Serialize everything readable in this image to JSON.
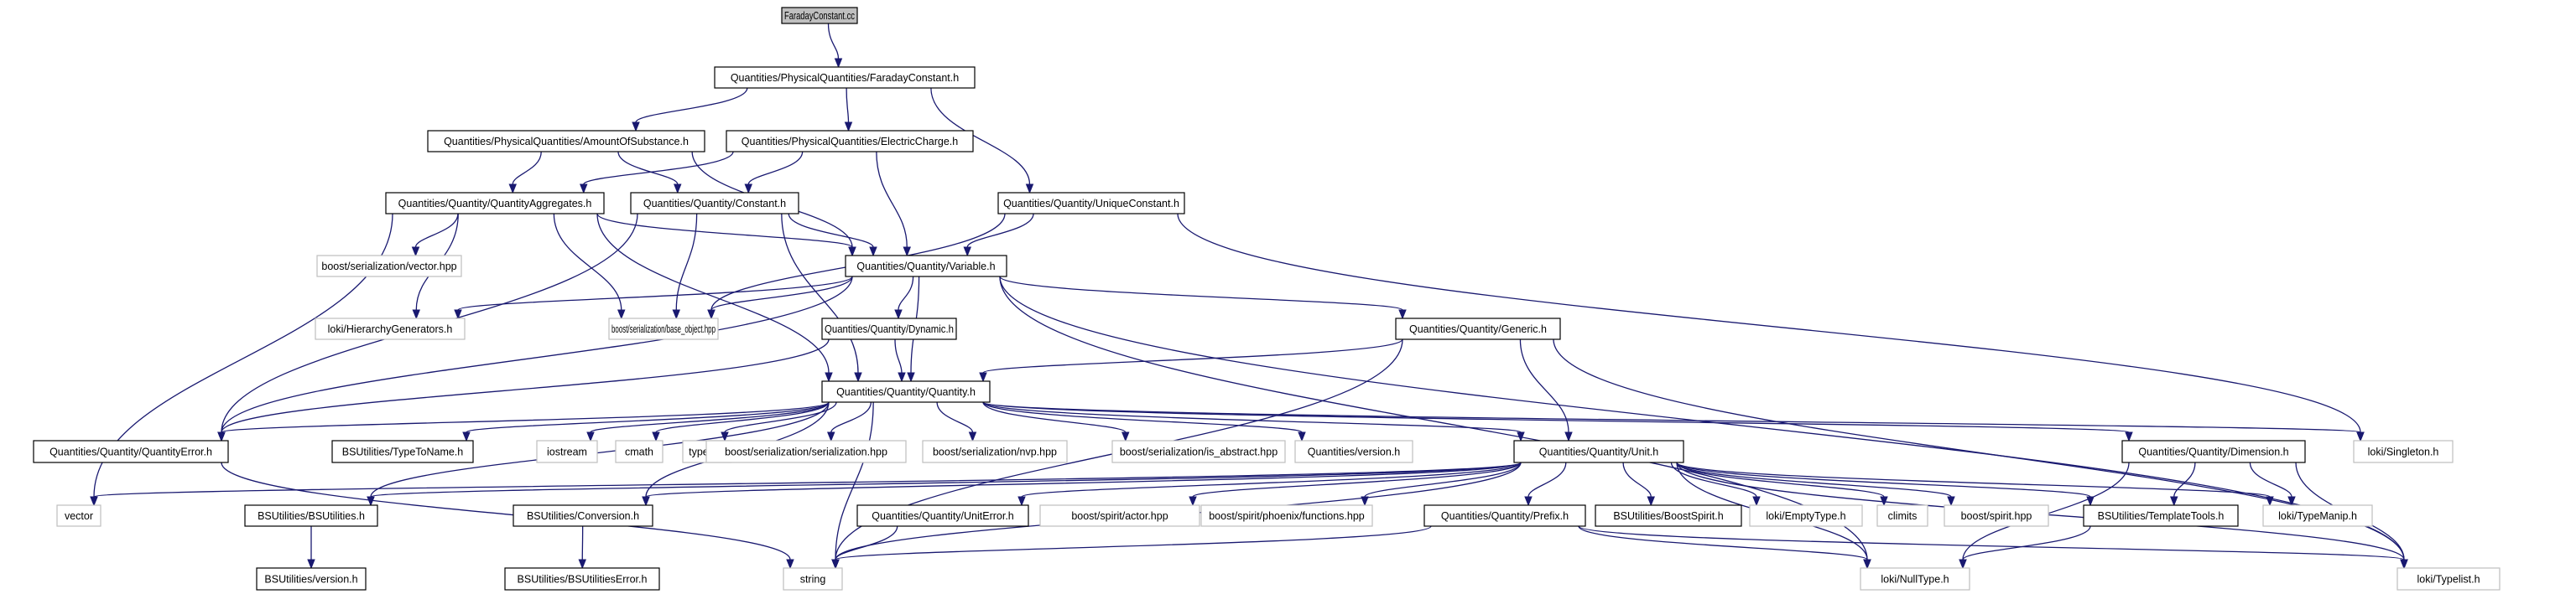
{
  "graph": {
    "title": "FaradayConstant.cc",
    "colors": {
      "edge": "#191970",
      "root_fill": "#bfbfbf",
      "project_border": "#000000",
      "external_border": "#bfbfbf"
    },
    "nodes": [
      {
        "id": "root",
        "label": "FaradayConstant.cc",
        "kind": "root"
      },
      {
        "id": "faraday_h",
        "label": "Quantities/PhysicalQuantities/FaradayConstant.h",
        "kind": "project"
      },
      {
        "id": "amount",
        "label": "Quantities/PhysicalQuantities/AmountOfSubstance.h",
        "kind": "project"
      },
      {
        "id": "charge",
        "label": "Quantities/PhysicalQuantities/ElectricCharge.h",
        "kind": "project"
      },
      {
        "id": "unique",
        "label": "Quantities/Quantity/UniqueConstant.h",
        "kind": "project"
      },
      {
        "id": "aggregates",
        "label": "Quantities/Quantity/QuantityAggregates.h",
        "kind": "project"
      },
      {
        "id": "constant",
        "label": "Quantities/Quantity/Constant.h",
        "kind": "project"
      },
      {
        "id": "variable",
        "label": "Quantities/Quantity/Variable.h",
        "kind": "project"
      },
      {
        "id": "vectorhpp",
        "label": "boost/serialization/vector.hpp",
        "kind": "external"
      },
      {
        "id": "hierarchy",
        "label": "loki/HierarchyGenerators.h",
        "kind": "external"
      },
      {
        "id": "base_object",
        "label": "boost/serialization/base_object.hpp",
        "kind": "external"
      },
      {
        "id": "dynamic",
        "label": "Quantities/Quantity/Dynamic.h",
        "kind": "project"
      },
      {
        "id": "generic",
        "label": "Quantities/Quantity/Generic.h",
        "kind": "project"
      },
      {
        "id": "quantity",
        "label": "Quantities/Quantity/Quantity.h",
        "kind": "project"
      },
      {
        "id": "qerror",
        "label": "Quantities/Quantity/QuantityError.h",
        "kind": "project"
      },
      {
        "id": "typetoname",
        "label": "BSUtilities/TypeToName.h",
        "kind": "project"
      },
      {
        "id": "iostream",
        "label": "iostream",
        "kind": "external"
      },
      {
        "id": "cmath",
        "label": "cmath",
        "kind": "external"
      },
      {
        "id": "typeinfo",
        "label": "typeinfo",
        "kind": "external"
      },
      {
        "id": "serialization",
        "label": "boost/serialization/serialization.hpp",
        "kind": "external"
      },
      {
        "id": "nvp",
        "label": "boost/serialization/nvp.hpp",
        "kind": "external"
      },
      {
        "id": "is_abstract",
        "label": "boost/serialization/is_abstract.hpp",
        "kind": "external"
      },
      {
        "id": "version_h",
        "label": "Quantities/version.h",
        "kind": "external"
      },
      {
        "id": "unit",
        "label": "Quantities/Quantity/Unit.h",
        "kind": "project"
      },
      {
        "id": "dimension",
        "label": "Quantities/Quantity/Dimension.h",
        "kind": "project"
      },
      {
        "id": "singleton",
        "label": "loki/Singleton.h",
        "kind": "external"
      },
      {
        "id": "vector",
        "label": "vector",
        "kind": "external"
      },
      {
        "id": "bsutilities",
        "label": "BSUtilities/BSUtilities.h",
        "kind": "project"
      },
      {
        "id": "conversion",
        "label": "BSUtilities/Conversion.h",
        "kind": "project"
      },
      {
        "id": "uniterror",
        "label": "Quantities/Quantity/UnitError.h",
        "kind": "project"
      },
      {
        "id": "actor",
        "label": "boost/spirit/actor.hpp",
        "kind": "external"
      },
      {
        "id": "phoenix",
        "label": "boost/spirit/phoenix/functions.hpp",
        "kind": "external"
      },
      {
        "id": "prefix",
        "label": "Quantities/Quantity/Prefix.h",
        "kind": "project"
      },
      {
        "id": "boostspirit",
        "label": "BSUtilities/BoostSpirit.h",
        "kind": "project"
      },
      {
        "id": "emptytype",
        "label": "loki/EmptyType.h",
        "kind": "external"
      },
      {
        "id": "climits",
        "label": "climits",
        "kind": "external"
      },
      {
        "id": "spirithpp",
        "label": "boost/spirit.hpp",
        "kind": "external"
      },
      {
        "id": "templatetools",
        "label": "BSUtilities/TemplateTools.h",
        "kind": "project"
      },
      {
        "id": "typemanip",
        "label": "loki/TypeManip.h",
        "kind": "external"
      },
      {
        "id": "bsversion",
        "label": "BSUtilities/version.h",
        "kind": "project"
      },
      {
        "id": "bserror",
        "label": "BSUtilities/BSUtilitiesError.h",
        "kind": "project"
      },
      {
        "id": "string",
        "label": "string",
        "kind": "external"
      },
      {
        "id": "nulltype",
        "label": "loki/NullType.h",
        "kind": "external"
      },
      {
        "id": "typelist",
        "label": "loki/Typelist.h",
        "kind": "external"
      }
    ],
    "edges": [
      [
        "root",
        "faraday_h"
      ],
      [
        "faraday_h",
        "amount"
      ],
      [
        "faraday_h",
        "charge"
      ],
      [
        "faraday_h",
        "unique"
      ],
      [
        "amount",
        "aggregates"
      ],
      [
        "amount",
        "constant"
      ],
      [
        "amount",
        "variable"
      ],
      [
        "charge",
        "aggregates"
      ],
      [
        "charge",
        "constant"
      ],
      [
        "charge",
        "variable"
      ],
      [
        "unique",
        "variable"
      ],
      [
        "unique",
        "base_object"
      ],
      [
        "unique",
        "singleton"
      ],
      [
        "aggregates",
        "vectorhpp"
      ],
      [
        "aggregates",
        "hierarchy"
      ],
      [
        "aggregates",
        "base_object"
      ],
      [
        "aggregates",
        "variable"
      ],
      [
        "aggregates",
        "quantity"
      ],
      [
        "aggregates",
        "vector"
      ],
      [
        "constant",
        "variable"
      ],
      [
        "constant",
        "base_object"
      ],
      [
        "constant",
        "quantity"
      ],
      [
        "constant",
        "qerror"
      ],
      [
        "variable",
        "hierarchy"
      ],
      [
        "variable",
        "base_object"
      ],
      [
        "variable",
        "dynamic"
      ],
      [
        "variable",
        "generic"
      ],
      [
        "variable",
        "quantity"
      ],
      [
        "variable",
        "qerror"
      ],
      [
        "variable",
        "typelist"
      ],
      [
        "variable",
        "nulltype"
      ],
      [
        "dynamic",
        "quantity"
      ],
      [
        "dynamic",
        "qerror"
      ],
      [
        "generic",
        "quantity"
      ],
      [
        "generic",
        "unit"
      ],
      [
        "generic",
        "typelist"
      ],
      [
        "generic",
        "string"
      ],
      [
        "quantity",
        "qerror"
      ],
      [
        "quantity",
        "typetoname"
      ],
      [
        "quantity",
        "iostream"
      ],
      [
        "quantity",
        "cmath"
      ],
      [
        "quantity",
        "typeinfo"
      ],
      [
        "quantity",
        "serialization"
      ],
      [
        "quantity",
        "nvp"
      ],
      [
        "quantity",
        "is_abstract"
      ],
      [
        "quantity",
        "version_h"
      ],
      [
        "quantity",
        "unit"
      ],
      [
        "quantity",
        "dimension"
      ],
      [
        "quantity",
        "singleton"
      ],
      [
        "quantity",
        "bsutilities"
      ],
      [
        "quantity",
        "conversion"
      ],
      [
        "quantity",
        "string"
      ],
      [
        "qerror",
        "string"
      ],
      [
        "unit",
        "vector"
      ],
      [
        "unit",
        "bsutilities"
      ],
      [
        "unit",
        "conversion"
      ],
      [
        "unit",
        "uniterror"
      ],
      [
        "unit",
        "actor"
      ],
      [
        "unit",
        "phoenix"
      ],
      [
        "unit",
        "prefix"
      ],
      [
        "unit",
        "boostspirit"
      ],
      [
        "unit",
        "emptytype"
      ],
      [
        "unit",
        "climits"
      ],
      [
        "unit",
        "spirithpp"
      ],
      [
        "unit",
        "templatetools"
      ],
      [
        "unit",
        "typemanip"
      ],
      [
        "unit",
        "nulltype"
      ],
      [
        "unit",
        "typelist"
      ],
      [
        "unit",
        "string"
      ],
      [
        "dimension",
        "templatetools"
      ],
      [
        "dimension",
        "typemanip"
      ],
      [
        "dimension",
        "typelist"
      ],
      [
        "dimension",
        "nulltype"
      ],
      [
        "bsutilities",
        "bsversion"
      ],
      [
        "conversion",
        "bserror"
      ],
      [
        "uniterror",
        "string"
      ],
      [
        "prefix",
        "string"
      ],
      [
        "prefix",
        "nulltype"
      ],
      [
        "prefix",
        "typelist"
      ],
      [
        "templatetools",
        "nulltype"
      ]
    ]
  }
}
